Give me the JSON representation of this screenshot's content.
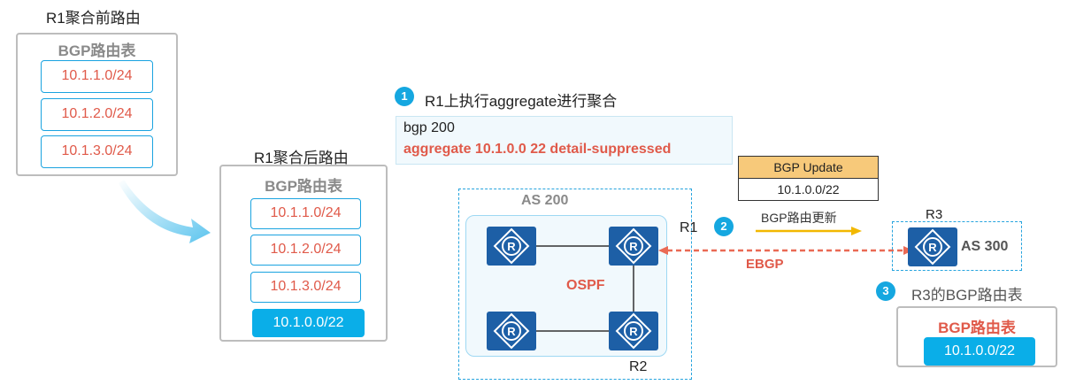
{
  "before": {
    "caption": "R1聚合前路由",
    "table_title": "BGP路由表",
    "routes": [
      "10.1.1.0/24",
      "10.1.2.0/24",
      "10.1.3.0/24"
    ]
  },
  "after": {
    "caption": "R1聚合后路由",
    "table_title": "BGP路由表",
    "routes": [
      "10.1.1.0/24",
      "10.1.2.0/24",
      "10.1.3.0/24"
    ],
    "aggregate_route": "10.1.0.0/22"
  },
  "step1": {
    "number": "1",
    "text": "R1上执行aggregate进行聚合",
    "config_line1": "bgp 200",
    "config_line2": "aggregate 10.1.0.0 22 detail-suppressed"
  },
  "update": {
    "header": "BGP Update",
    "route": "10.1.0.0/22"
  },
  "step2": {
    "number": "2",
    "text": "BGP路由更新"
  },
  "topology": {
    "as200": "AS 200",
    "as300": "AS 300",
    "ospf": "OSPF",
    "ebgp": "EBGP",
    "r1": "R1",
    "r2": "R2",
    "r3": "R3"
  },
  "step3": {
    "number": "3",
    "text": "R3的BGP路由表",
    "table_title": "BGP路由表",
    "route": "10.1.0.0/22"
  },
  "colors": {
    "accent_blue": "#15a7e0",
    "route_red": "#e05a4a",
    "router_blue": "#1d5fa6",
    "update_arrow": "#f2b800"
  }
}
